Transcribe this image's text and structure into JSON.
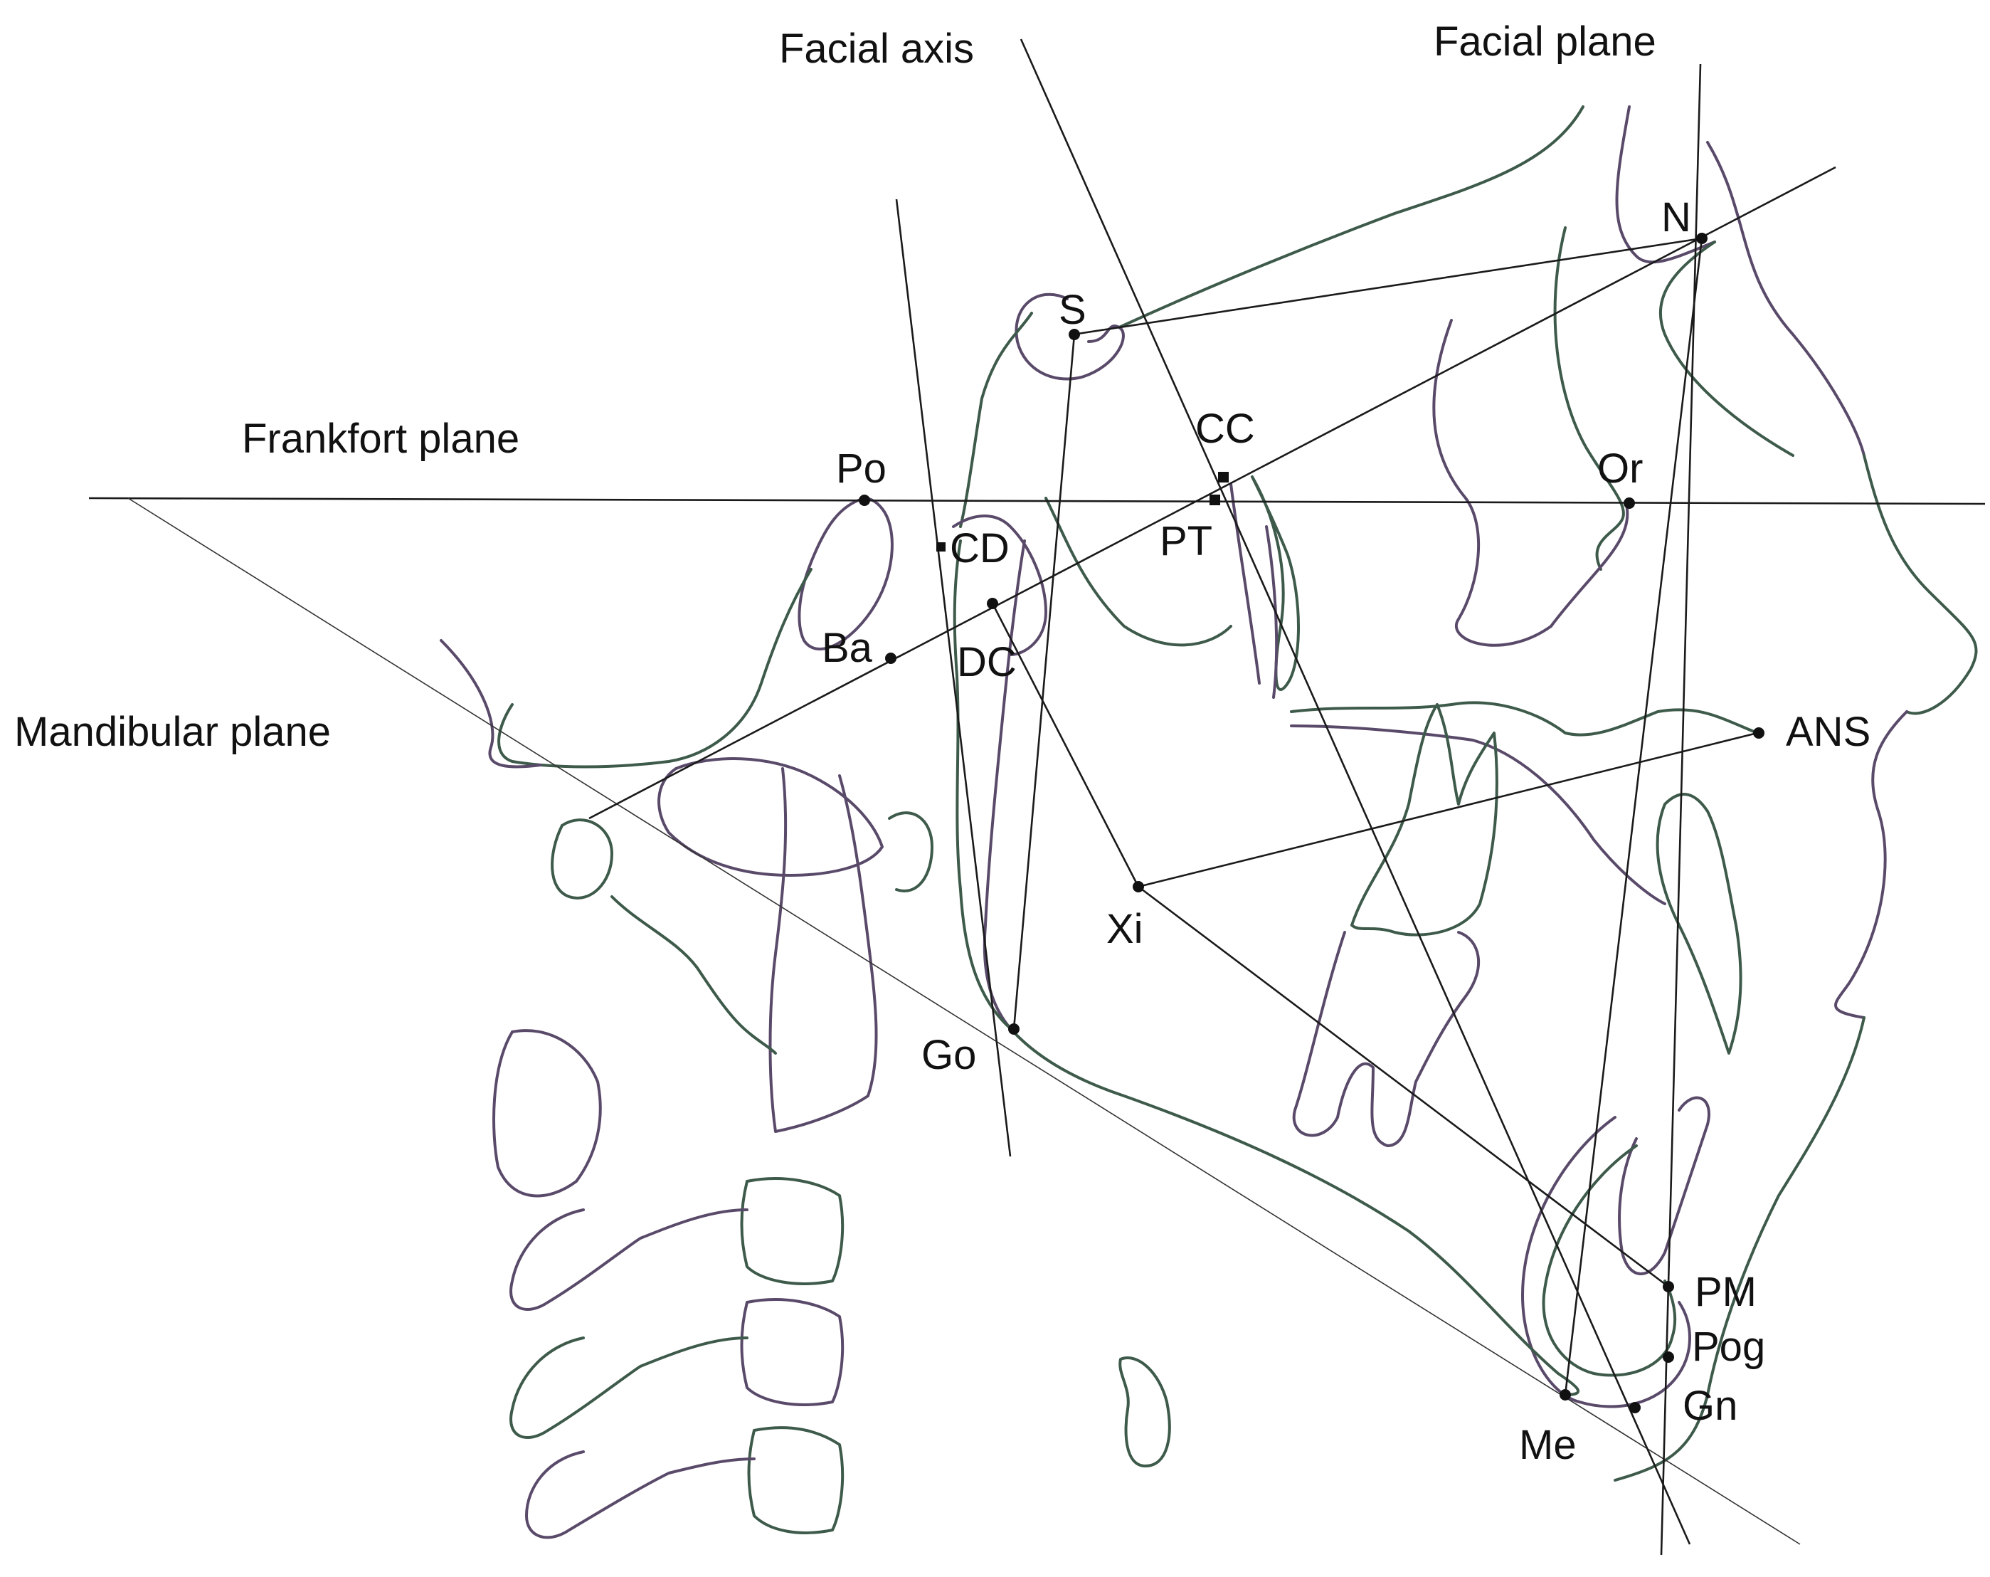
{
  "diagram": {
    "plane_labels": {
      "facial_axis": "Facial axis",
      "facial_plane": "Facial plane",
      "frankfort_plane": "Frankfort plane",
      "mandibular_plane": "Mandibular plane"
    },
    "landmarks": {
      "n": "N",
      "s": "S",
      "cc": "CC",
      "pt": "PT",
      "po": "Po",
      "or": "Or",
      "cd": "CD",
      "dc": "DC",
      "ba": "Ba",
      "ans": "ANS",
      "xi": "Xi",
      "go": "Go",
      "pm": "PM",
      "pog": "Pog",
      "gn": "Gn",
      "me": "Me"
    },
    "colors": {
      "line": "#1a1a1a",
      "trace_green": "#3d5a4a",
      "trace_purple": "#5a4a6a",
      "background": "#ffffff"
    }
  }
}
